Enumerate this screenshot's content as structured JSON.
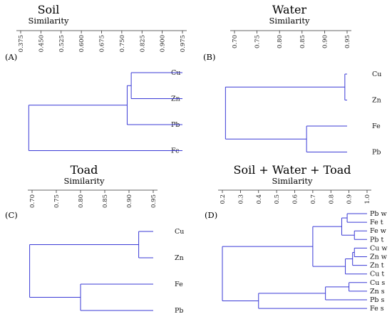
{
  "chart_data": [
    {
      "type": "dendrogram",
      "panel_label": "(A)",
      "title": "Soil",
      "subtitle": "Similarity",
      "axis_min": 0.375,
      "axis_max": 0.975,
      "ticks": [
        "0.375",
        "0.450",
        "0.525",
        "0.600",
        "0.675",
        "0.750",
        "0.825",
        "0.900",
        "0.975"
      ],
      "tick_values": [
        0.375,
        0.45,
        0.525,
        0.6,
        0.675,
        0.75,
        0.825,
        0.9,
        0.975
      ],
      "leaves": [
        "Cu",
        "Zn",
        "Pb",
        "Fe"
      ],
      "merges": [
        {
          "a": "Cu",
          "b": "Zn",
          "similarity": 0.785
        },
        {
          "a": "Cu+Zn",
          "b": "Pb",
          "similarity": 0.77
        },
        {
          "a": "Cu+Zn+Pb",
          "b": "Fe",
          "similarity": 0.405
        }
      ]
    },
    {
      "type": "dendrogram",
      "panel_label": "(B)",
      "title": "Water",
      "subtitle": "Similarity",
      "axis_min": 0.7,
      "axis_max": 0.95,
      "ticks": [
        "0.70",
        "0.75",
        "0.80",
        "0.85",
        "0.90",
        "0.95"
      ],
      "tick_values": [
        0.7,
        0.75,
        0.8,
        0.85,
        0.9,
        0.95
      ],
      "leaves": [
        "Cu",
        "Zn",
        "Fe",
        "Pb"
      ],
      "merges": [
        {
          "a": "Cu",
          "b": "Zn",
          "similarity": 0.945
        },
        {
          "a": "Fe",
          "b": "Pb",
          "similarity": 0.86
        },
        {
          "a": "Cu+Zn",
          "b": "Fe+Pb",
          "similarity": 0.68
        }
      ]
    },
    {
      "type": "dendrogram",
      "panel_label": "(C)",
      "title": "Toad",
      "subtitle": "Similarity",
      "axis_min": 0.7,
      "axis_max": 0.95,
      "ticks": [
        "0.70",
        "0.75",
        "0.80",
        "0.85",
        "0.90",
        "0.95"
      ],
      "tick_values": [
        0.7,
        0.75,
        0.8,
        0.85,
        0.9,
        0.95
      ],
      "leaves": [
        "Cu",
        "Zn",
        "Fe",
        "Pb"
      ],
      "merges": [
        {
          "a": "Cu",
          "b": "Zn",
          "similarity": 0.92
        },
        {
          "a": "Fe",
          "b": "Pb",
          "similarity": 0.8
        },
        {
          "a": "Cu+Zn",
          "b": "Fe+Pb",
          "similarity": 0.695
        }
      ]
    },
    {
      "type": "dendrogram",
      "panel_label": "(D)",
      "title": "Soil + Water + Toad",
      "subtitle": "Similarity",
      "axis_min": 0.2,
      "axis_max": 1.0,
      "ticks": [
        "0.2",
        "0.3",
        "0.4",
        "0.5",
        "0.6",
        "0.7",
        "0.8",
        "0.9",
        "1.0"
      ],
      "tick_values": [
        0.2,
        0.3,
        0.4,
        0.5,
        0.6,
        0.7,
        0.8,
        0.9,
        1.0
      ],
      "leaves": [
        "Pb w",
        "Fe t",
        "Fe w",
        "Pb t",
        "Cu w",
        "Zn w",
        "Zn t",
        "Cu t",
        "Cu s",
        "Zn s",
        "Pb s",
        "Fe s"
      ],
      "merges": [
        {
          "a": "Fe w",
          "b": "Pb t",
          "similarity": 0.93
        },
        {
          "a": "Pb w",
          "b": "Fe t",
          "similarity": 0.89
        },
        {
          "a": "Pb w+Fe t",
          "b": "Fe w+Pb t",
          "similarity": 0.86
        },
        {
          "a": "Cu w",
          "b": "Zn w",
          "similarity": 0.93
        },
        {
          "a": "Cu w+Zn w",
          "b": "Zn t",
          "similarity": 0.92
        },
        {
          "a": "Cu w+Zn w+Zn t",
          "b": "Cu t",
          "similarity": 0.88
        },
        {
          "a": "Pb w+Fe t+Fe w+Pb t",
          "b": "Cu w+Zn w+Zn t+Cu t",
          "similarity": 0.7
        },
        {
          "a": "Cu s",
          "b": "Zn s",
          "similarity": 0.9
        },
        {
          "a": "Cu s+Zn s",
          "b": "Pb s",
          "similarity": 0.77
        },
        {
          "a": "Cu s+Zn s+Pb s",
          "b": "Fe s",
          "similarity": 0.4
        },
        {
          "a": "Pb w+Fe t+Fe w+Pb t+Cu w+Zn w+Zn t+Cu t",
          "b": "Cu s+Zn s+Pb s+Fe s",
          "similarity": 0.2
        }
      ]
    }
  ],
  "colors": {
    "branch": "#3a3ad6",
    "axis": "#333333"
  }
}
